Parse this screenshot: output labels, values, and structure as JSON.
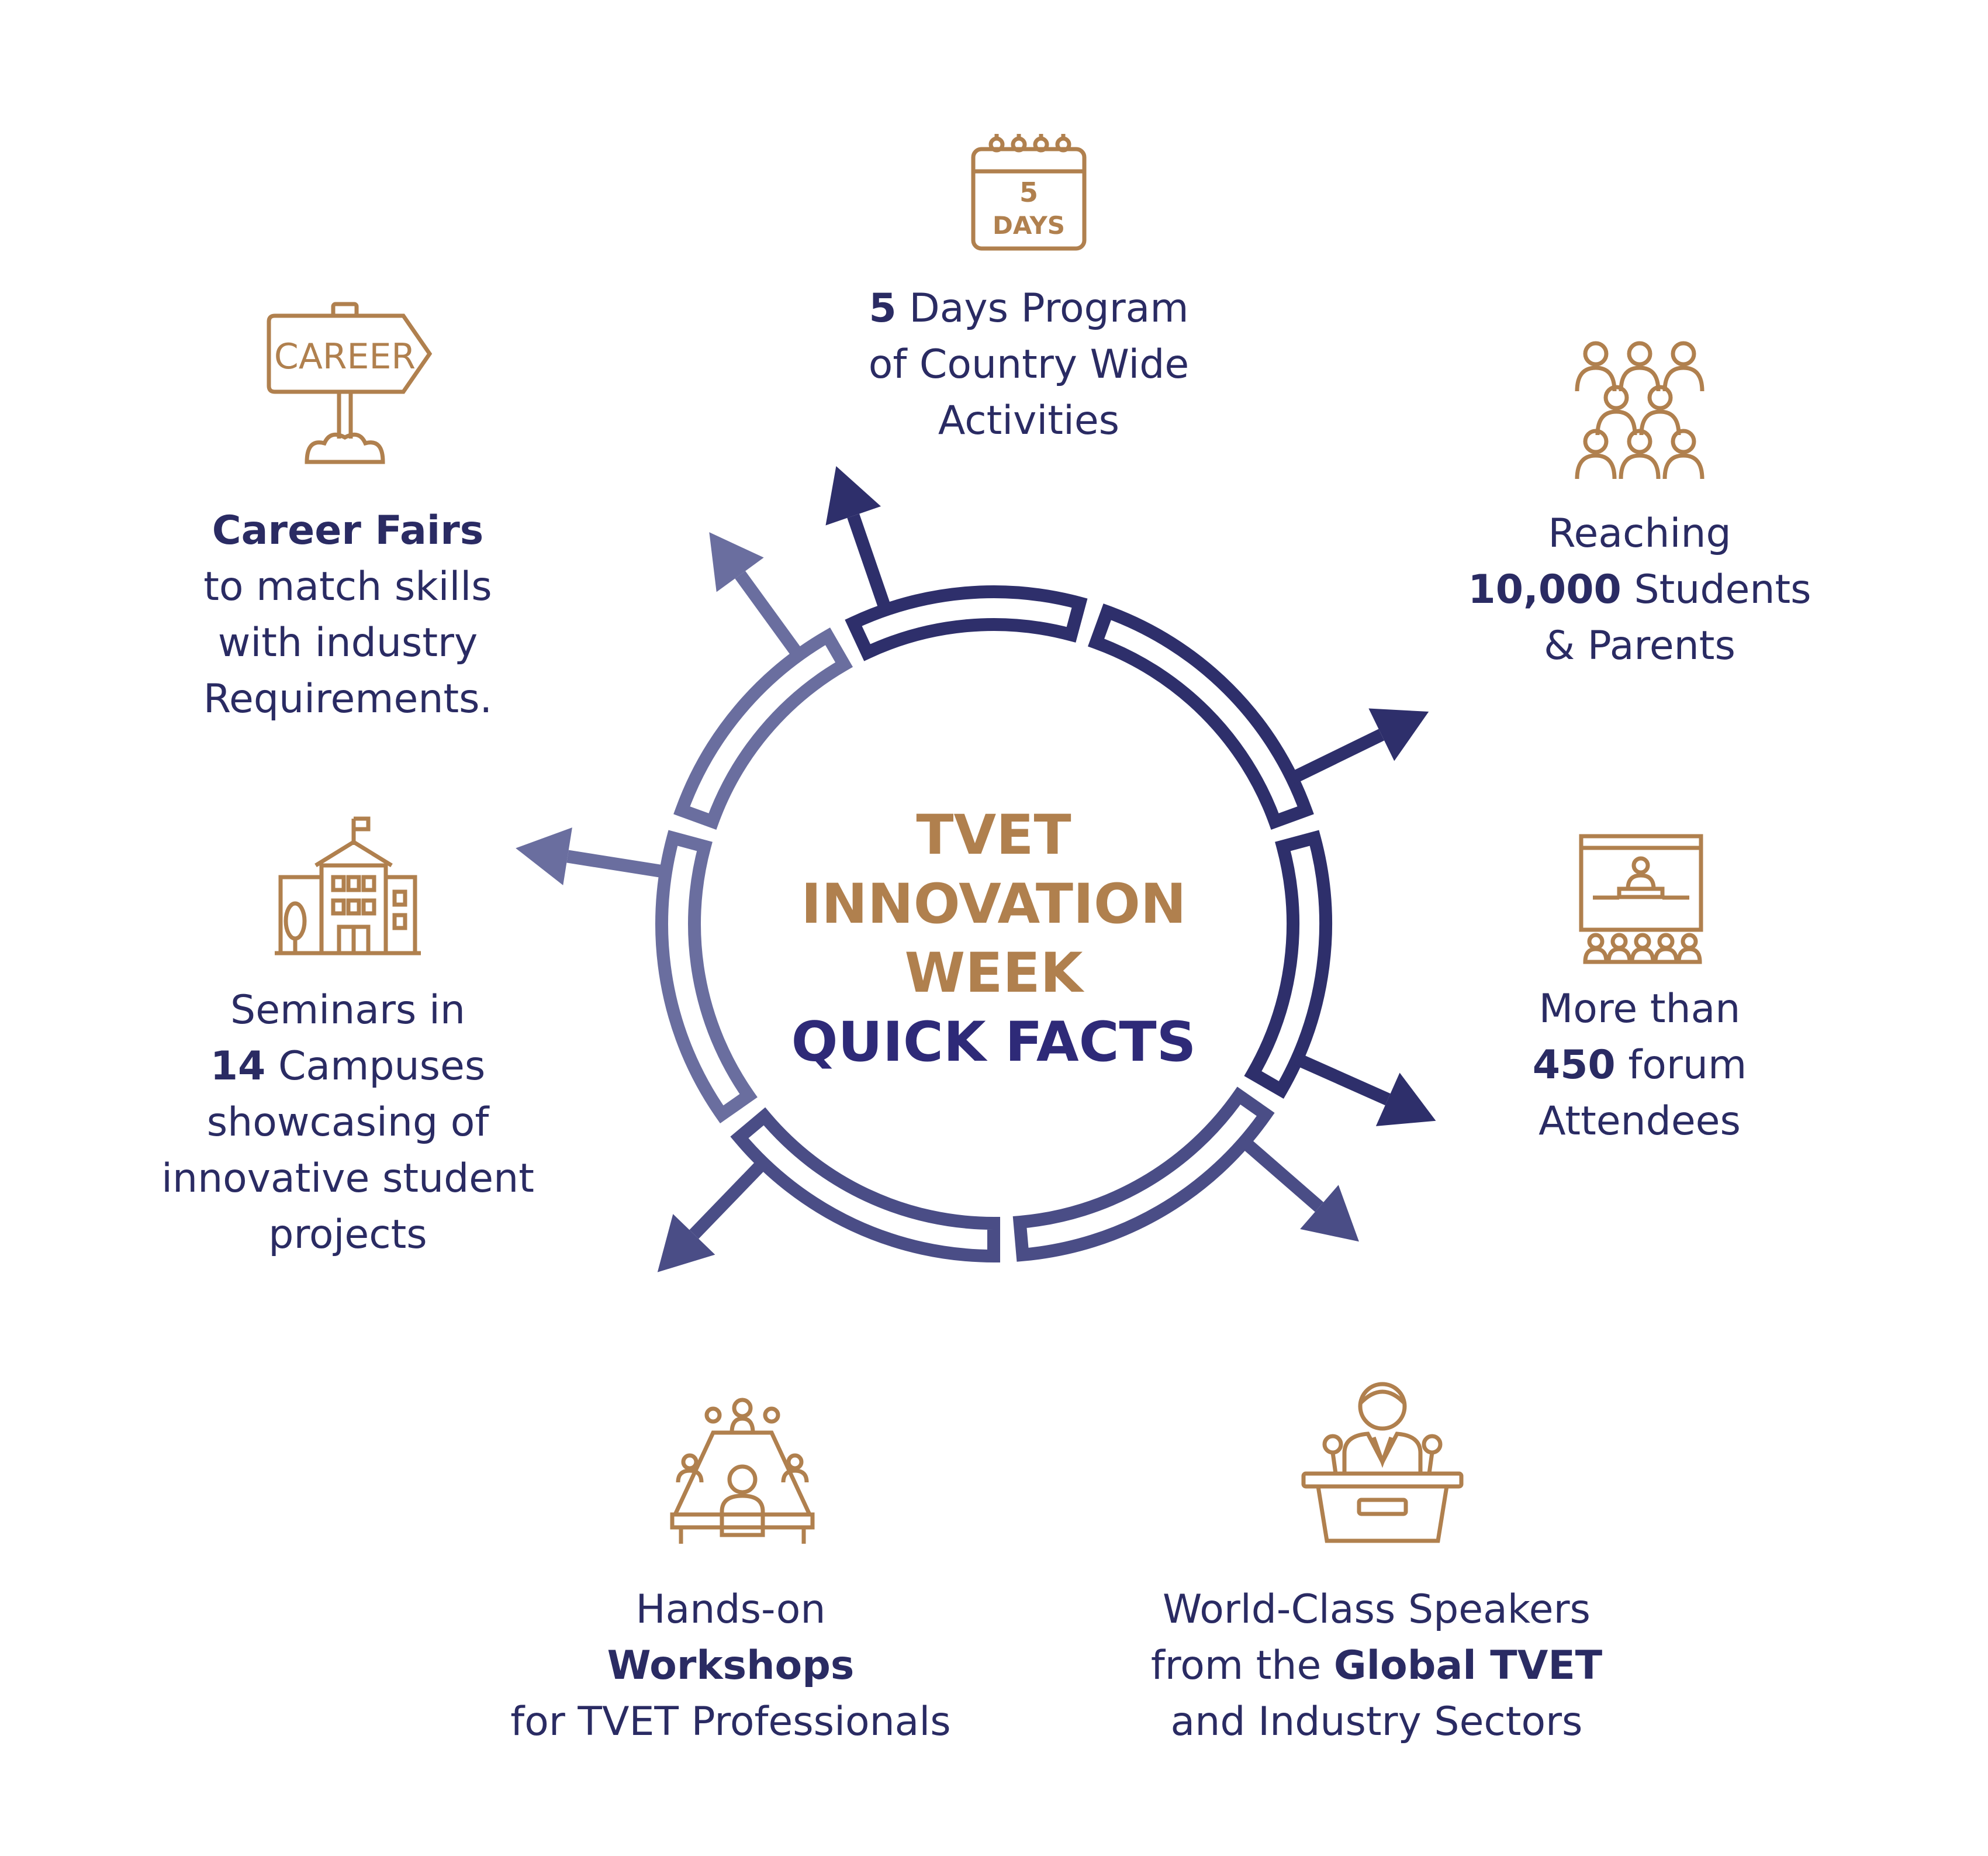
{
  "center": {
    "line1": "TVET",
    "line2": "INNOVATION",
    "line3": "WEEK",
    "line4": "QUICK FACTS"
  },
  "colors": {
    "gold": "#b0804e",
    "navy": "#2a2b63",
    "ring_dark": "#2e2f6b",
    "ring_mid": "#4a4d86",
    "ring_light": "#6a6e9f"
  },
  "icons": {
    "calendar_number": "5",
    "calendar_label": "DAYS",
    "career_sign": "CAREER"
  },
  "facts": {
    "days": {
      "bold": "5",
      "l1_rest": " Days Program",
      "l2": "of Country Wide",
      "l3": "Activities"
    },
    "students": {
      "l1": "Reaching",
      "bold": "10,000",
      "l2_rest": " Students",
      "l3": "& Parents"
    },
    "forum": {
      "l1": "More than",
      "bold": "450",
      "l2_rest": " forum",
      "l3": "Attendees"
    },
    "speakers": {
      "l1": "World-Class Speakers",
      "l2_pre": "from the ",
      "bold": "Global TVET",
      "l3": "and Industry Sectors"
    },
    "workshops": {
      "l1": "Hands-on",
      "bold": "Workshops",
      "l3": "for TVET Professionals"
    },
    "seminars": {
      "l1": "Seminars in",
      "bold": "14",
      "l2_rest": " Campuses",
      "l3": "showcasing of",
      "l4": "innovative student",
      "l5": "projects"
    },
    "career": {
      "bold": "Career Fairs",
      "l2": "to match skills",
      "l3": "with industry",
      "l4": "Requirements."
    }
  }
}
